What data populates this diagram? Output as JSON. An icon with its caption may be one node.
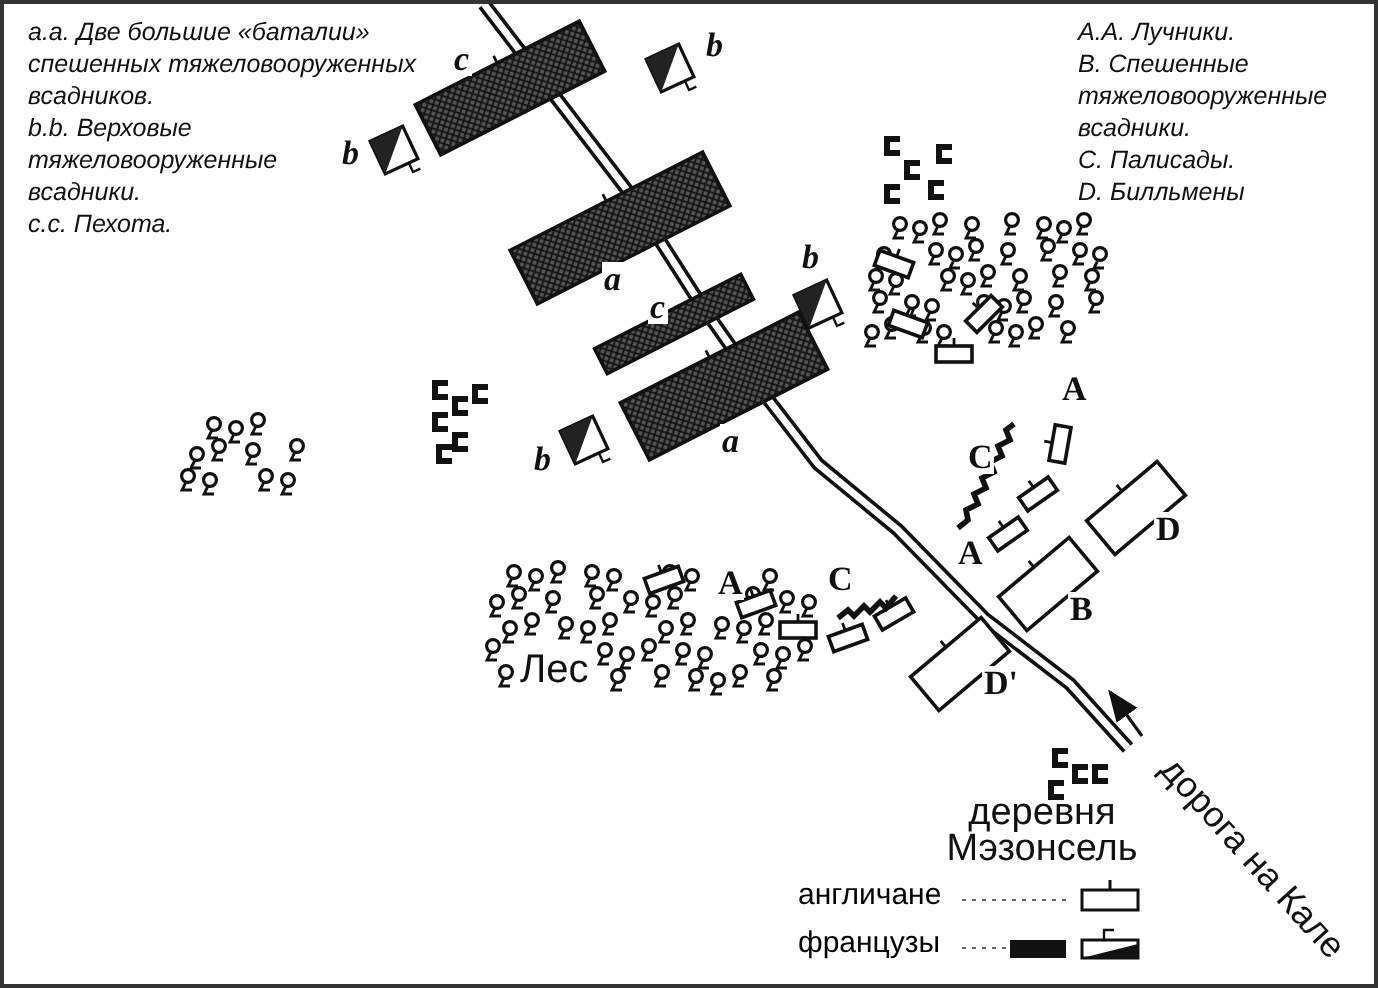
{
  "diagram": {
    "labels": [
      "а.а. Две большие «баталии» спешенных тяжеловооруженных всадников.",
      "b.b. Верховые тяжеловооруженные всадники.",
      "с.с. Пехота.",
      "А.А. Лучники.",
      "В. Спешенные тяжеловооруженные всадники.",
      "С. Палисады.",
      "D. Билльмены",
      "b",
      "c",
      "b",
      "a",
      "b",
      "c",
      "A",
      "a",
      "b",
      "C",
      "D",
      "A",
      "A",
      "C",
      "B",
      "Лес",
      "D'",
      "деревня Мэзонсель",
      "дорога на Кале"
    ],
    "legend": [
      {
        "text": "англичане"
      },
      {
        "text": "французы"
      }
    ]
  }
}
